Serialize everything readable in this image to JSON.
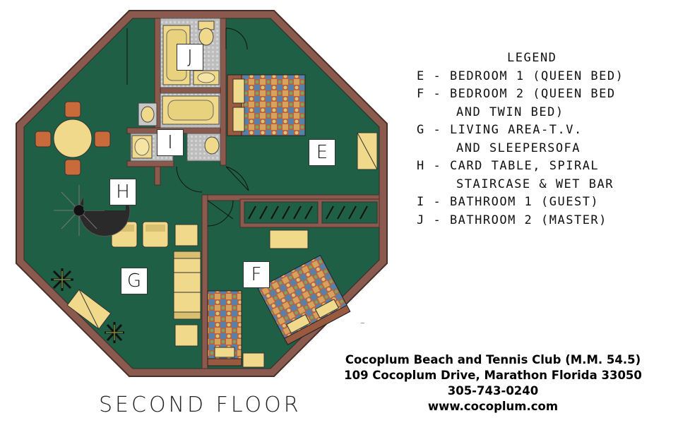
{
  "colors": {
    "wall": "#8a5a4e",
    "floor": "#1f5f46",
    "tile": "#c8c8c8",
    "furniture": "#f0d98a",
    "bedspread": "#c86a3a"
  },
  "rooms": {
    "e": "E",
    "f": "F",
    "g": "G",
    "h": "H",
    "i": "I",
    "j": "J"
  },
  "legend": {
    "title": "LEGEND",
    "items": [
      "E - BEDROOM 1 (QUEEN BED)",
      "F - BEDROOM 2 (QUEEN BED",
      "AND TWIN BED)",
      "G - LIVING AREA-T.V.",
      "AND SLEEPERSOFA",
      "H - CARD TABLE, SPIRAL",
      "STAIRCASE & WET BAR",
      "I - BATHROOM 1 (GUEST)",
      "J - BATHROOM 2 (MASTER)"
    ]
  },
  "contact": {
    "name": "Cocoplum Beach and Tennis Club (M.M. 54.5)",
    "address": "109 Cocoplum Drive, Marathon Florida 33050",
    "phone": "305-743-0240",
    "website": "www.cocoplum.com"
  },
  "floor_title": "SECOND FLOOR",
  "icons": {
    "plants": "potted-plant-icon",
    "stairs": "spiral-staircase-icon"
  }
}
